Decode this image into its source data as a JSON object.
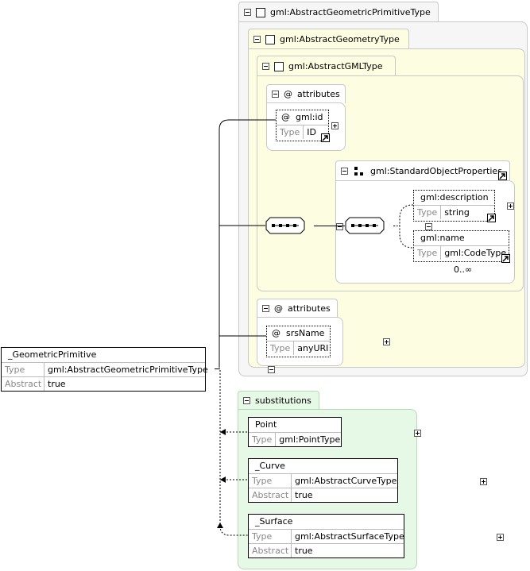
{
  "types": {
    "geometric_primitive_type": "gml:AbstractGeometricPrimitiveType",
    "geometry_type": "gml:AbstractGeometryType",
    "gml_type": "gml:AbstractGMLType"
  },
  "attributes_label": "attributes",
  "at_symbol": "@",
  "gml_id_attr": {
    "name": "gml:id",
    "type_key": "Type",
    "type_value": "ID"
  },
  "standard_object_properties": "gml:StandardObjectProperties",
  "description_el": {
    "name": "gml:description",
    "type_key": "Type",
    "type_value": "string"
  },
  "name_el": {
    "name": "gml:name",
    "type_key": "Type",
    "type_value": "gml:CodeType",
    "cardinality": "0..∞"
  },
  "srsname_attr": {
    "name": "srsName",
    "type_key": "Type",
    "type_value": "anyURI"
  },
  "root_element": {
    "name": "_GeometricPrimitive",
    "type_key": "Type",
    "type_value": "gml:AbstractGeometricPrimitiveType",
    "abstract_key": "Abstract",
    "abstract_value": "true"
  },
  "substitutions_label": "substitutions",
  "point_el": {
    "name": "Point",
    "type_key": "Type",
    "type_value": "gml:PointType"
  },
  "curve_el": {
    "name": "_Curve",
    "type_key": "Type",
    "type_value": "gml:AbstractCurveType",
    "abstract_key": "Abstract",
    "abstract_value": "true"
  },
  "surface_el": {
    "name": "_Surface",
    "type_key": "Type",
    "type_value": "gml:AbstractSurfaceType",
    "abstract_key": "Abstract",
    "abstract_value": "true"
  },
  "colors": {
    "type_panel_grey": "#f6f6f6",
    "type_panel_yellow": "#fdfde2",
    "substitutions_green": "#e6f8e6"
  },
  "icons": [
    "collapse-toggle-icon",
    "expand-toggle-icon",
    "type-square-icon",
    "reference-arrow-icon",
    "sequence-compositor-icon"
  ]
}
